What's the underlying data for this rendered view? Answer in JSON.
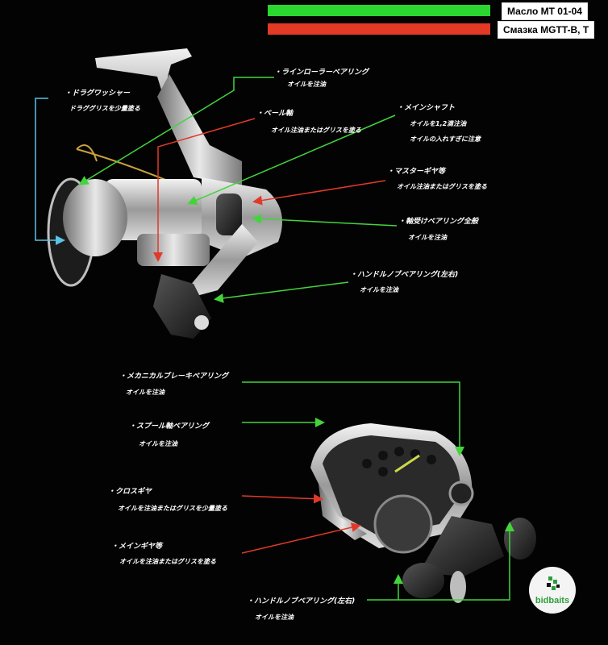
{
  "legend": {
    "oil": {
      "label": "Масло MT 01-04",
      "color": "#2bd630"
    },
    "grease": {
      "label": "Смазка MGTT-B, T",
      "color": "#e33a26"
    }
  },
  "spinning": {
    "drag_washer": {
      "title": "・ドラグワッシャー",
      "note": "ドラググリスを少量塗る"
    },
    "line_roller": {
      "title": "・ラインローラーベアリング",
      "note": "オイルを注油"
    },
    "bail_shaft": {
      "title": "・ベール軸",
      "note": "オイル注油またはグリスを塗る"
    },
    "main_shaft": {
      "title": "・メインシャフト",
      "note1": "オイルを1,2滴注油",
      "note2": "オイルの入れすぎに注意"
    },
    "master_gear": {
      "title": "・マスターギヤ等",
      "note": "オイル注油またはグリスを塗る"
    },
    "bearings_all": {
      "title": "・軸受けベアリング全般",
      "note": "オイルを注油"
    },
    "handle_knob": {
      "title": "・ハンドルノブベアリング(左右)",
      "note": "オイルを注油"
    }
  },
  "baitcast": {
    "brake_bearing": {
      "title": "・メカニカルブレーキベアリング",
      "note": "オイルを注油"
    },
    "spool_bearing": {
      "title": "・スプール軸ベアリング",
      "note": "オイルを注油"
    },
    "cross_gear": {
      "title": "・クロスギヤ",
      "note": "オイルを注油またはグリスを少量塗る"
    },
    "main_gear": {
      "title": "・メインギヤ等",
      "note": "オイルを注油またはグリスを塗る"
    },
    "handle_knob": {
      "title": "・ハンドルノブベアリング(左右)",
      "note": "オイルを注油"
    }
  },
  "logo": {
    "text": "bidbaits"
  },
  "colors": {
    "oil_arrow": "#43d43c",
    "grease_arrow": "#e0392a",
    "drag_arrow": "#5ac3e6"
  }
}
